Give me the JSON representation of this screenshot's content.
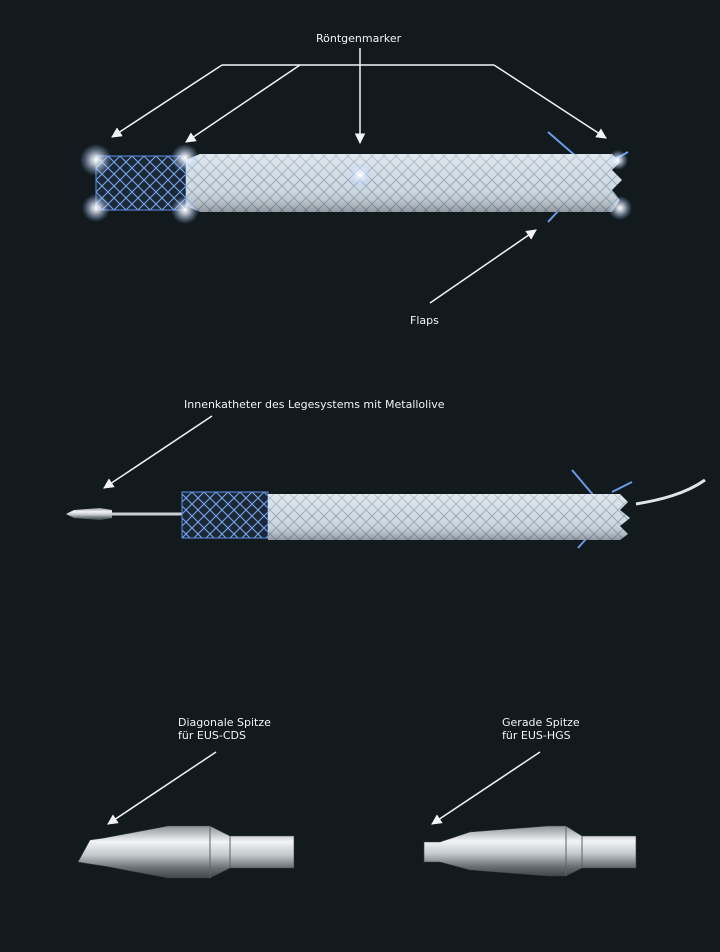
{
  "labels": {
    "roentgenmarker": "Röntgenmarker",
    "flaps": "Flaps",
    "innenkatheter": "Innenkatheter des Legesystems mit Metallolive",
    "diagonal_line1": "Diagonale Spitze",
    "diagonal_line2": "für EUS-CDS",
    "gerade_line1": "Gerade Spitze",
    "gerade_line2": "für EUS-HGS"
  },
  "colors": {
    "background": "#121a1e",
    "annotation": "#f2f4f5",
    "stent_braid": "#d7e2ea",
    "marker_section": "#5f8de6",
    "flap": "#6b9ae8",
    "marker_glow": "#ffffff"
  }
}
